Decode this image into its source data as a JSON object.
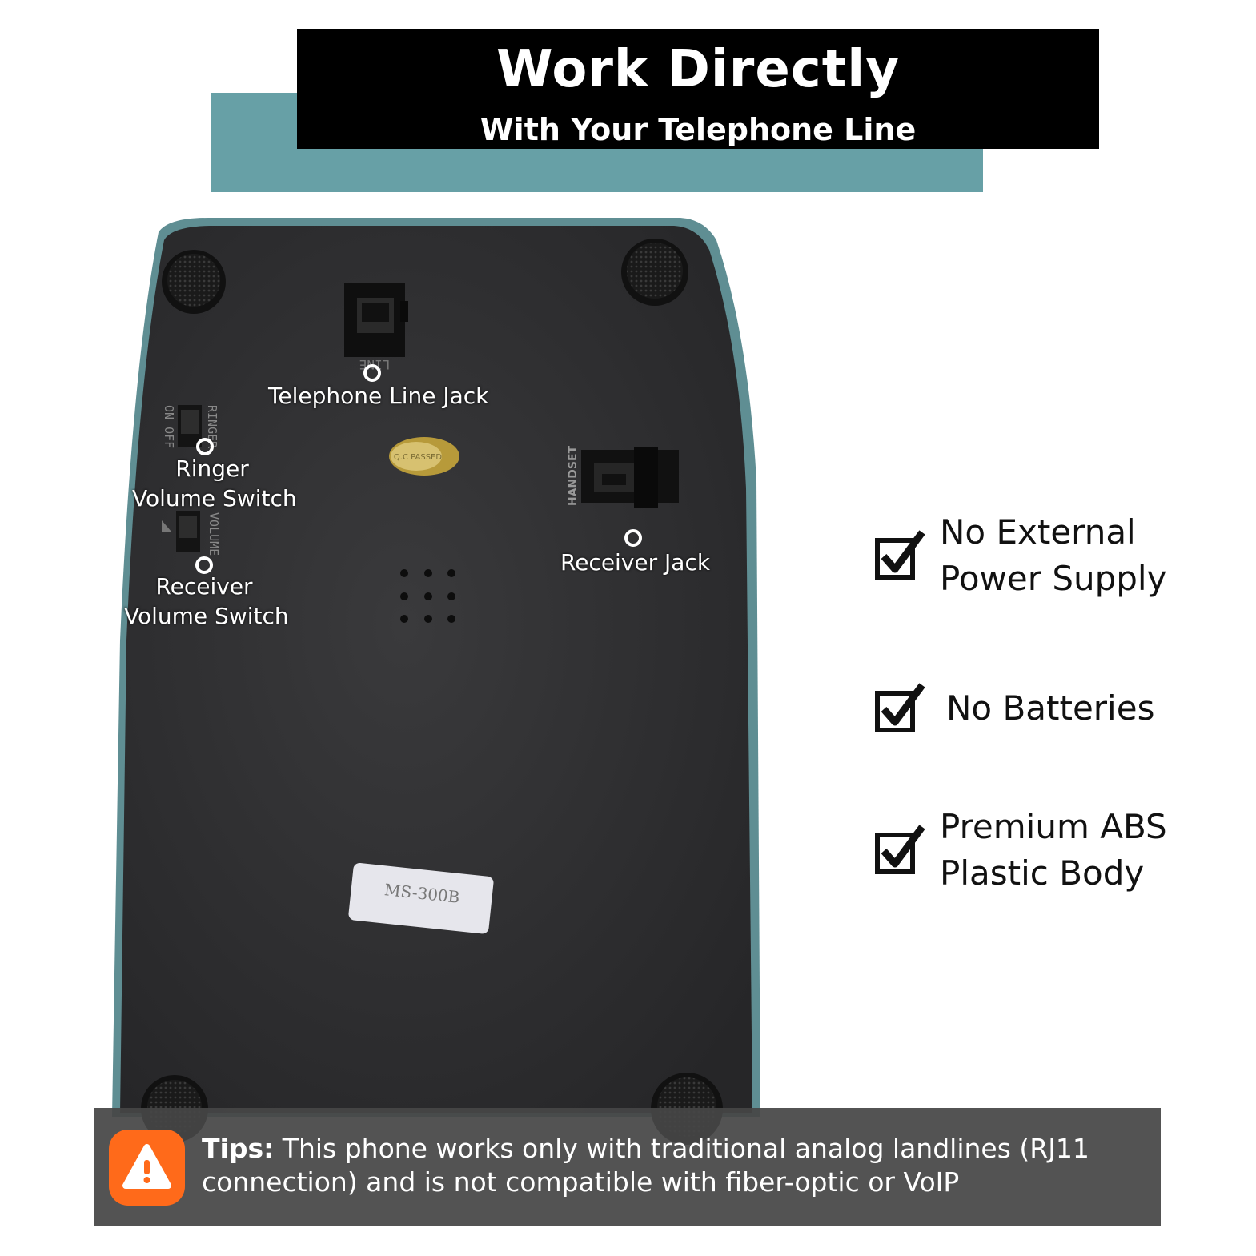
{
  "header": {
    "title": "Work Directly",
    "subtitle": "With Your Telephone Line"
  },
  "callouts": {
    "line_jack": "Telephone Line Jack",
    "ringer_1": "Ringer",
    "ringer_2": "Volume Switch",
    "receiver_vol_1": "Receiver",
    "receiver_vol_2": "Volume Switch",
    "receiver_jack": "Receiver Jack"
  },
  "device_markings": {
    "model": "MS-300B",
    "qc": "Q.C PASSED",
    "handset": "HANDSET",
    "line": "LINE",
    "ringer": "RINGER",
    "on_off": "ON OFF",
    "volume": "VOLUME"
  },
  "features": [
    {
      "line1": "No External",
      "line2": "Power Supply",
      "icon": "checkbox-check-icon"
    },
    {
      "line1": "No Batteries",
      "line2": "",
      "icon": "checkbox-check-icon"
    },
    {
      "line1": "Premium ABS",
      "line2": "Plastic Body",
      "icon": "checkbox-check-icon"
    }
  ],
  "tips": {
    "label": "Tips:",
    "text": " This phone works only with traditional analog landlines (RJ11 connection) and is not compatible with fiber-optic or VoIP",
    "icon": "warning-icon"
  },
  "colors": {
    "teal": "#67a0a6",
    "phone_body": "#2f2f31",
    "tips_bg": "#464646",
    "warning": "#ff6a1a"
  }
}
